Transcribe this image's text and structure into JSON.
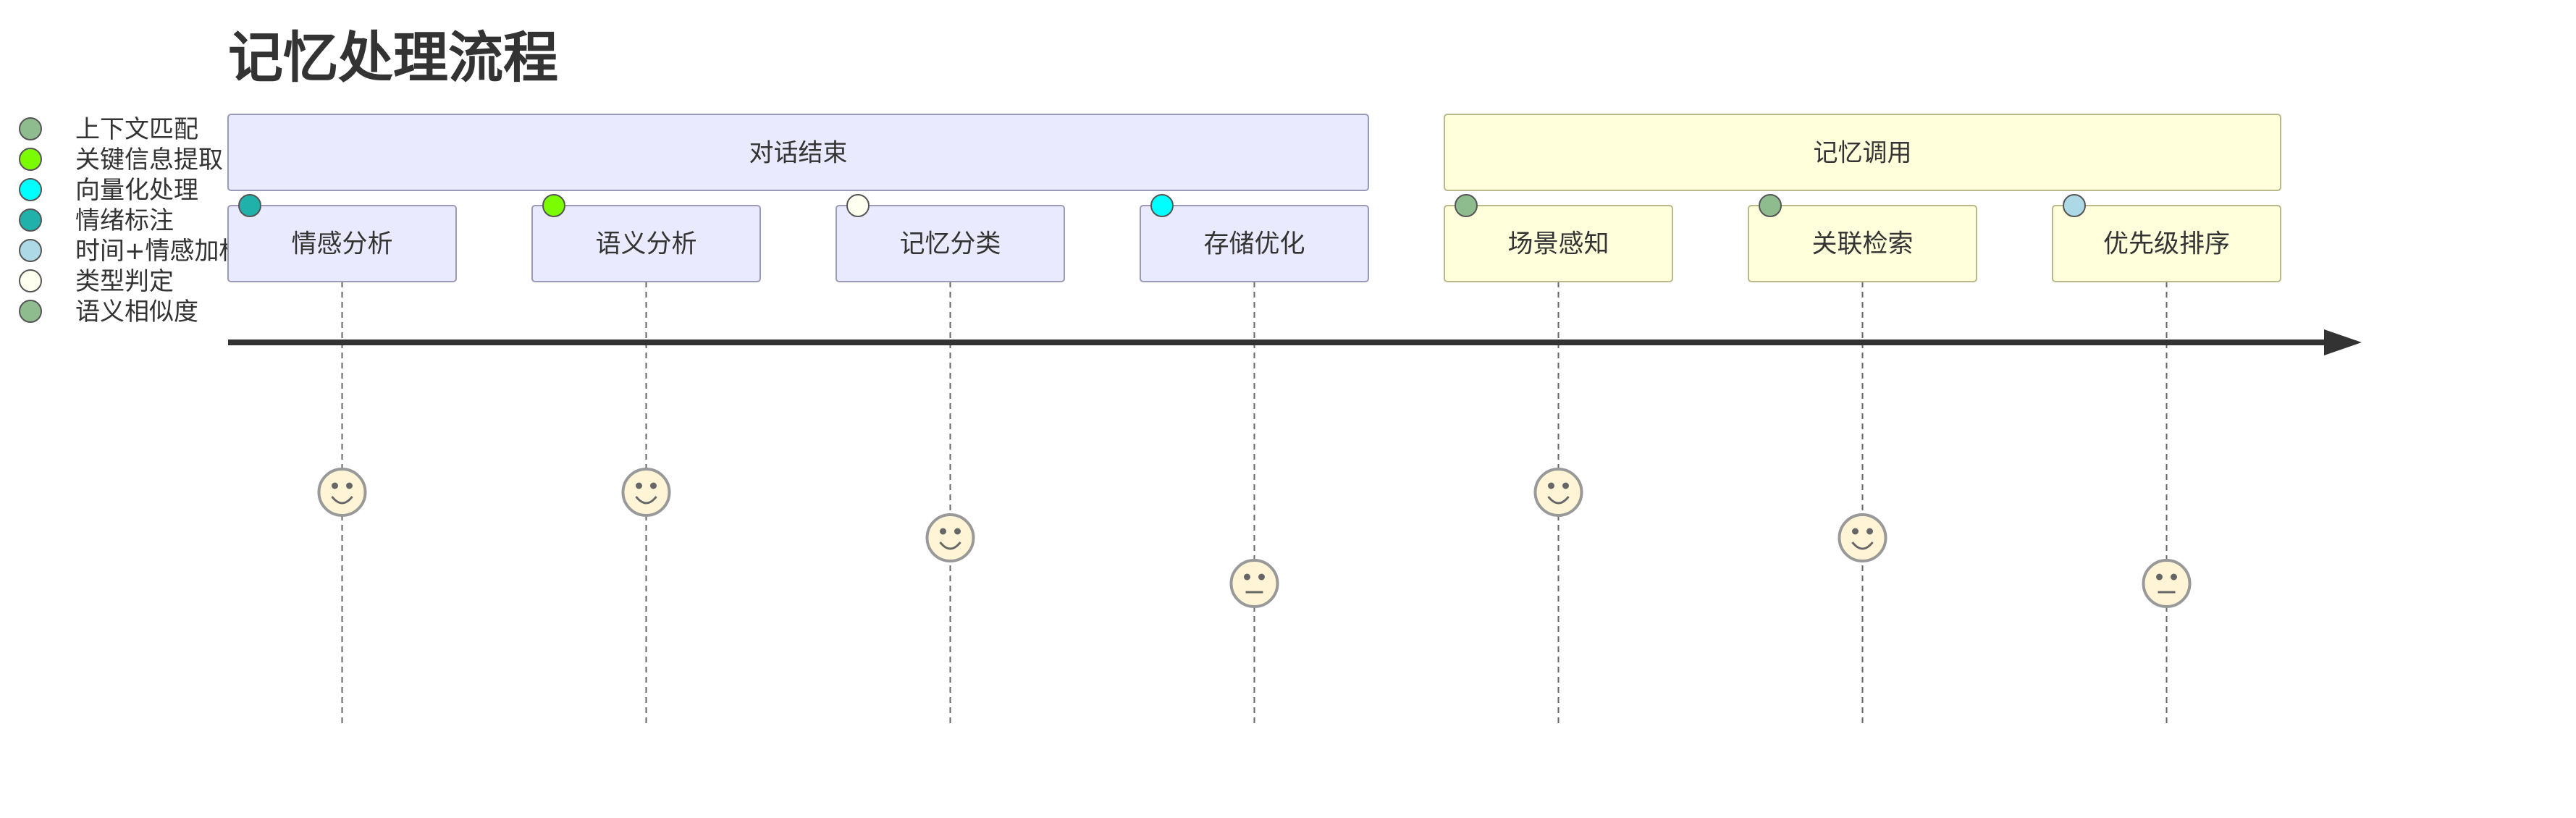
{
  "title": "记忆处理流程",
  "legend": [
    {
      "label": "上下文匹配",
      "color": "#8fbc8f"
    },
    {
      "label": "关键信息提取",
      "color": "#7cfc00"
    },
    {
      "label": "向量化处理",
      "color": "#00ffff"
    },
    {
      "label": "情绪标注",
      "color": "#20b2aa"
    },
    {
      "label": "时间+情感加权",
      "color": "#add8e6"
    },
    {
      "label": "类型判定",
      "color": "#fffff0"
    },
    {
      "label": "语义相似度",
      "color": "#8fbc8f"
    }
  ],
  "sections": [
    {
      "label": "对话结束",
      "fill": "#eaeafe",
      "stroke": "#9a9ab8"
    },
    {
      "label": "记忆调用",
      "fill": "#ffffdc",
      "stroke": "#b8b88a"
    }
  ],
  "tasks": [
    {
      "label": "情感分析",
      "section": 0,
      "actor_color": "#20b2aa",
      "score": 5
    },
    {
      "label": "语义分析",
      "section": 0,
      "actor_color": "#7cfc00",
      "score": 5
    },
    {
      "label": "记忆分类",
      "section": 0,
      "actor_color": "#fffff0",
      "score": 4
    },
    {
      "label": "存储优化",
      "section": 0,
      "actor_color": "#00ffff",
      "score": 3
    },
    {
      "label": "场景感知",
      "section": 1,
      "actor_color": "#8fbc8f",
      "score": 5
    },
    {
      "label": "关联检索",
      "section": 1,
      "actor_color": "#8fbc8f",
      "score": 4
    },
    {
      "label": "优先级排序",
      "section": 1,
      "actor_color": "#add8e6",
      "score": 3
    }
  ],
  "colors": {
    "axis": "#333333",
    "face_fill": "#fff5d6",
    "face_stroke": "#999999",
    "dash_line": "#666666"
  }
}
